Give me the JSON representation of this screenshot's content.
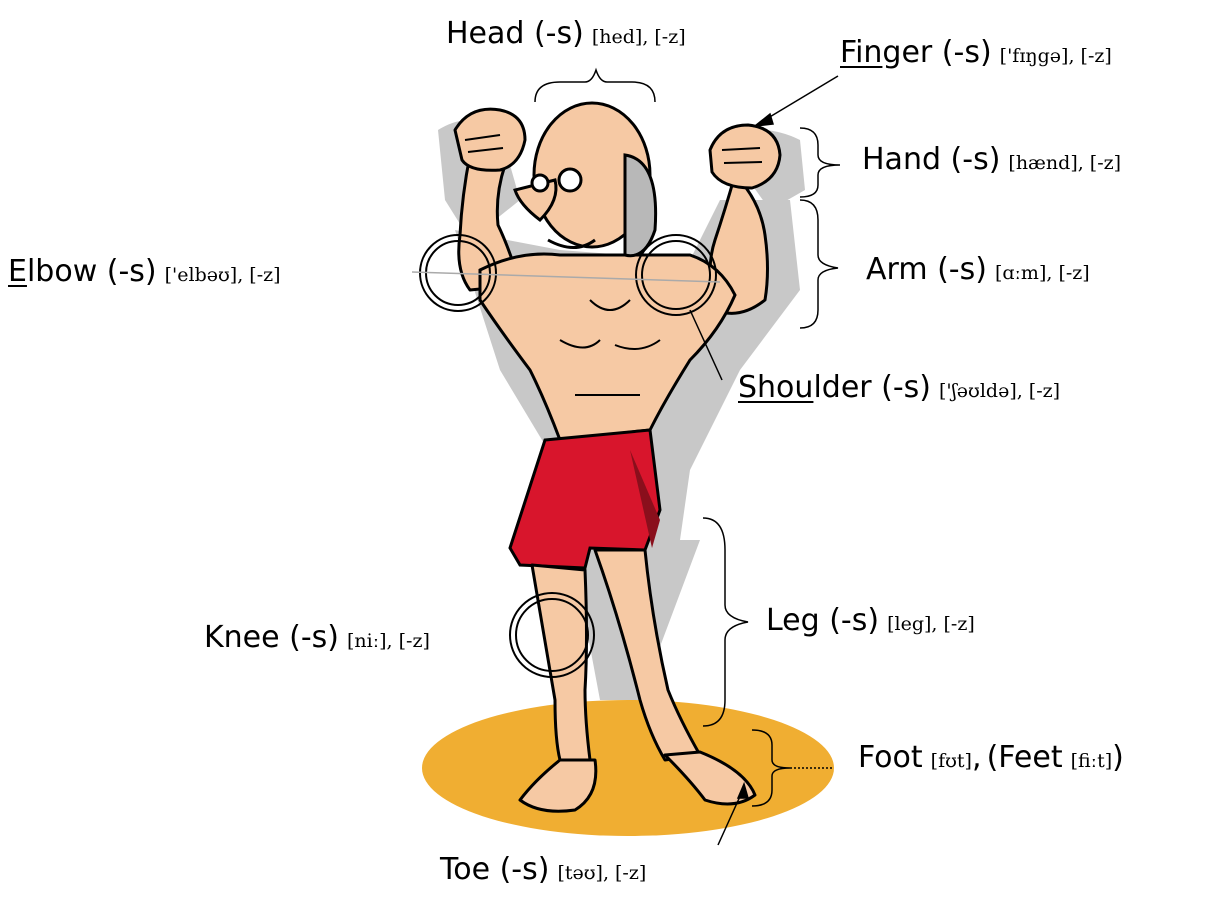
{
  "labels": {
    "head": {
      "word": "Head (-s)",
      "ipa": "[hed], [-z]"
    },
    "finger": {
      "stress": "Fin",
      "rest": "ger (-s)",
      "ipa": "['fɪŋgə], [-z]"
    },
    "hand": {
      "word": "Hand (-s)",
      "ipa": "[hænd], [-z]"
    },
    "arm": {
      "word": "Arm (-s)",
      "ipa": "[ɑːm], [-z]"
    },
    "elbow": {
      "stress": "E",
      "rest": "lbow (-s)",
      "ipa": "['elbəʊ], [-z]"
    },
    "shoulder": {
      "stress": "Shou",
      "rest": "lder (-s)",
      "ipa": "['ʃəʊldə], [-z]"
    },
    "knee": {
      "word": "Knee (-s)",
      "ipa": "[niː], [-z]"
    },
    "leg": {
      "word": "Leg (-s)",
      "ipa": "[leg], [-z]"
    },
    "foot": {
      "word": "Foot",
      "ipa": "[fʊt]",
      "sep": ",",
      "word2": "(Feet",
      "ipa2": "[fiːt]",
      "close": ")"
    },
    "toe": {
      "word": "Toe (-s)",
      "ipa": "[təʊ], [-z]"
    }
  },
  "colors": {
    "skin": "#f6c9a4",
    "shorts": "#d8152c",
    "ground": "#f0ae32",
    "shadow": "#c8c8c8"
  }
}
